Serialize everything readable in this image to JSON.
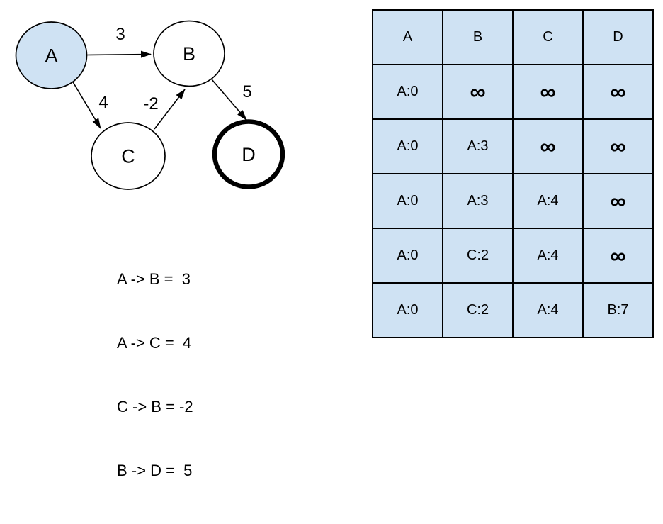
{
  "colors": {
    "node_fill": "#cfe2f3",
    "table_cell_fill": "#cfe2f3",
    "stroke": "#000000",
    "bg": "#ffffff"
  },
  "graph": {
    "nodes": [
      {
        "id": "A",
        "label": "A",
        "highlighted": true,
        "thick_border": false
      },
      {
        "id": "B",
        "label": "B",
        "highlighted": false,
        "thick_border": false
      },
      {
        "id": "C",
        "label": "C",
        "highlighted": false,
        "thick_border": false
      },
      {
        "id": "D",
        "label": "D",
        "highlighted": false,
        "thick_border": true
      }
    ],
    "edges": [
      {
        "from": "A",
        "to": "B",
        "weight": "3"
      },
      {
        "from": "A",
        "to": "C",
        "weight": "4"
      },
      {
        "from": "C",
        "to": "B",
        "weight": "-2"
      },
      {
        "from": "B",
        "to": "D",
        "weight": "5"
      }
    ]
  },
  "edge_list": {
    "lines": [
      "A -> B =  3",
      "A -> C =  4",
      "C -> B = -2",
      "B -> D =  5"
    ]
  },
  "table": {
    "infinity_symbol": "∞",
    "header": [
      "A",
      "B",
      "C",
      "D"
    ],
    "rows": [
      [
        "A:0",
        "∞",
        "∞",
        "∞"
      ],
      [
        "A:0",
        "A:3",
        "∞",
        "∞"
      ],
      [
        "A:0",
        "A:3",
        "A:4",
        "∞"
      ],
      [
        "A:0",
        "C:2",
        "A:4",
        "∞"
      ],
      [
        "A:0",
        "C:2",
        "A:4",
        "B:7"
      ]
    ]
  }
}
